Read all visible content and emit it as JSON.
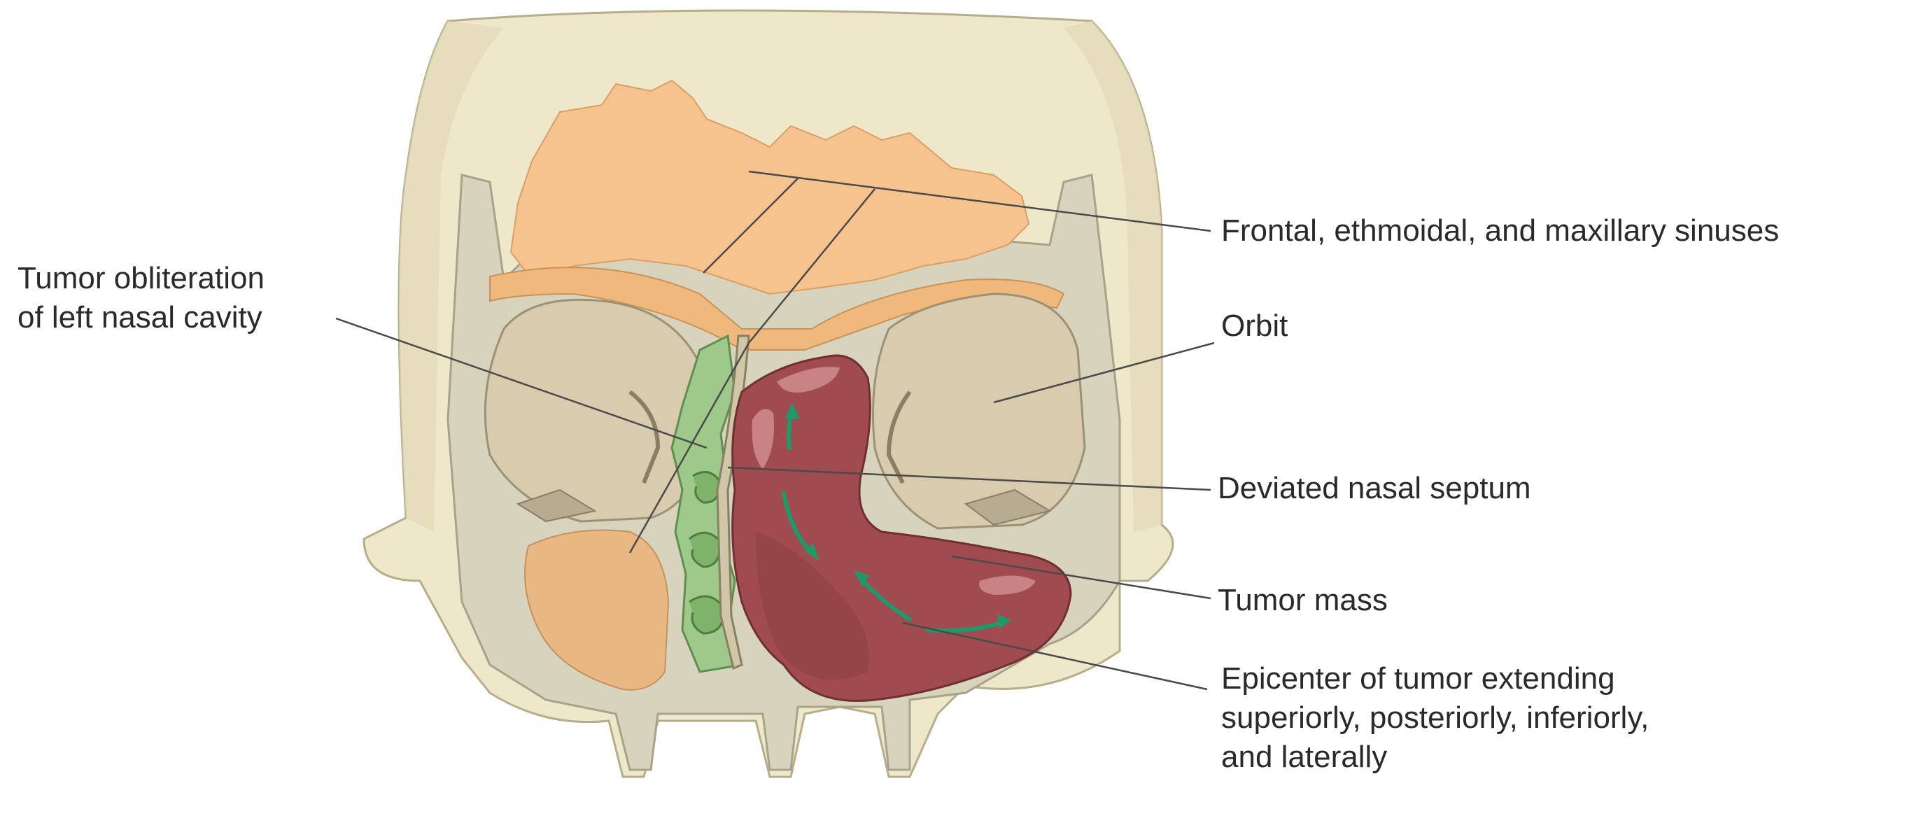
{
  "labels": {
    "sinuses": [
      "Frontal, ethmoidal, and maxillary sinuses"
    ],
    "obliteration": [
      "Tumor obliteration",
      "of left nasal cavity"
    ],
    "orbit": [
      "Orbit"
    ],
    "septum": [
      "Deviated nasal septum"
    ],
    "tumor_mass": [
      "Tumor mass"
    ],
    "epicenter": [
      "Epicenter of tumor extending",
      "superiorly, posteriorly, inferiorly,",
      "and laterally"
    ]
  },
  "colors": {
    "skull": "#efe7c9",
    "bone_section": "#d8d3bd",
    "orbit": "#d9ccae",
    "sinus": "#f6c38e",
    "maxillary_sinus": "#e9b882",
    "tumor": "#a04b4f",
    "tumor_highlight": "#c98385",
    "turbinate": "#9ec98a",
    "arrow": "#1d9a6a",
    "leader": "#4a4a4a"
  }
}
